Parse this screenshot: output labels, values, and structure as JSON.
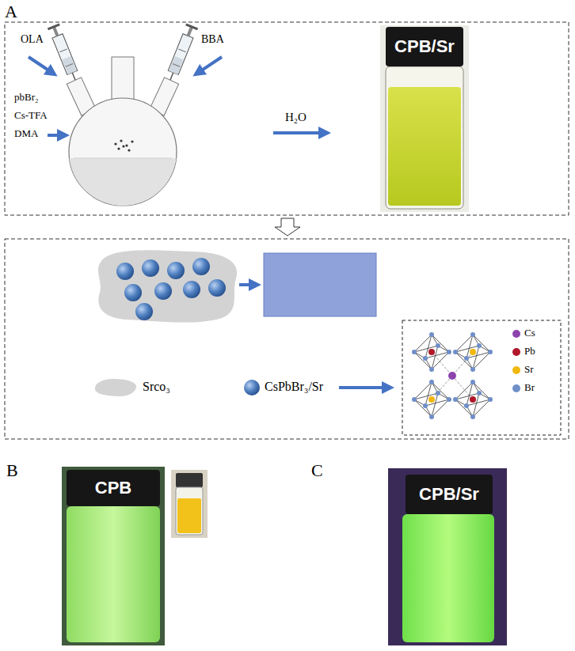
{
  "diagram": {
    "nodes": [
      {
        "text": [
          "CPB/Sr"
        ]
      },
      {
        "text": [
          "CPB"
        ]
      },
      {
        "text": [
          "CPB/Sr"
        ]
      }
    ],
    "labels": [
      "A",
      "OLA",
      "BBA",
      "pbBr₂",
      "Cs-TFA",
      "DMA",
      "H₂O",
      "B",
      "C"
    ],
    "legend": [
      {
        "text": "Srco₃",
        "color": "#d3d3d3"
      },
      {
        "text": "CsPbBr₃/Sr"
      },
      {
        "text": "Cs",
        "color": "#8e44ad"
      },
      {
        "text": "Pb",
        "color": "#b0182a"
      },
      {
        "text": "Sr",
        "color": "#f1b80d"
      },
      {
        "text": "Br",
        "color": "#6f8fc8"
      }
    ]
  }
}
